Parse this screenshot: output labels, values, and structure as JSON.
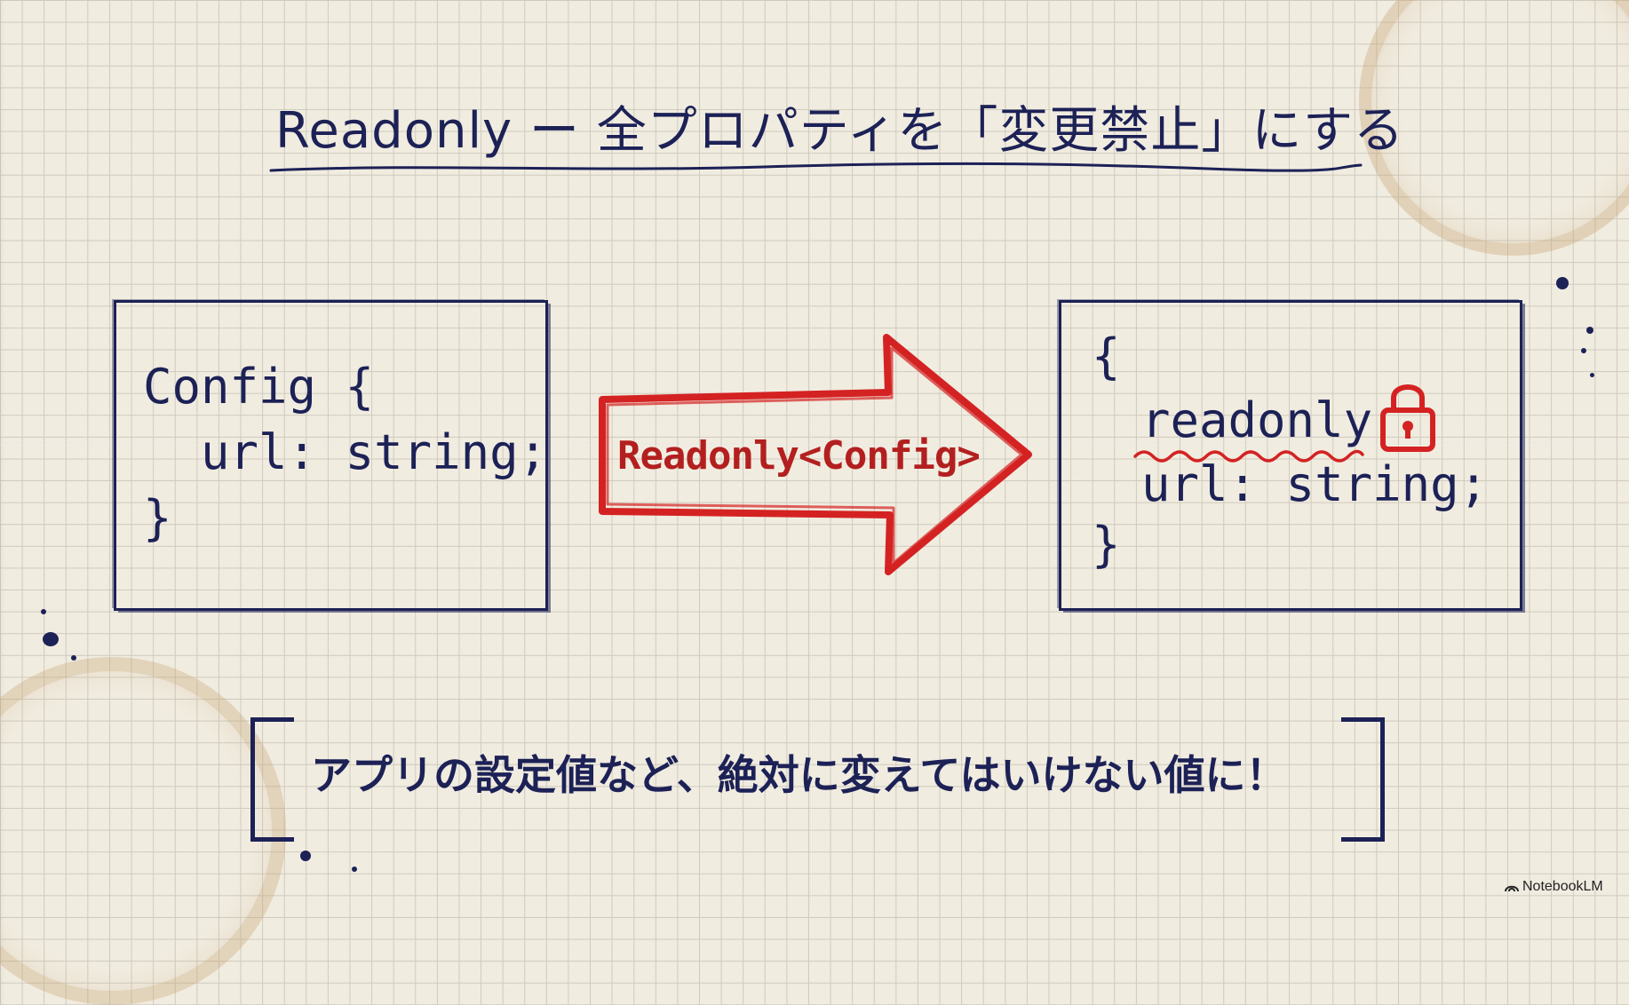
{
  "title": "Readonly ー 全プロパティを「変更禁止」にする",
  "before_box": {
    "line1": "Config {",
    "line2": "  url: string;",
    "line3": "}"
  },
  "arrow": {
    "label": "Readonly<Config>"
  },
  "after_box": {
    "line1": "{",
    "line2": "readonly",
    "line3": "url: string;",
    "line4": "}"
  },
  "callout": "アプリの設定値など、絶対に変えてはいけない値に！",
  "brand": "NotebookLM",
  "colors": {
    "ink": "#1c2156",
    "accent_red": "#d42222",
    "paper": "#f1ece0"
  },
  "icons": [
    "lock-icon",
    "notebooklm-logo-icon"
  ]
}
